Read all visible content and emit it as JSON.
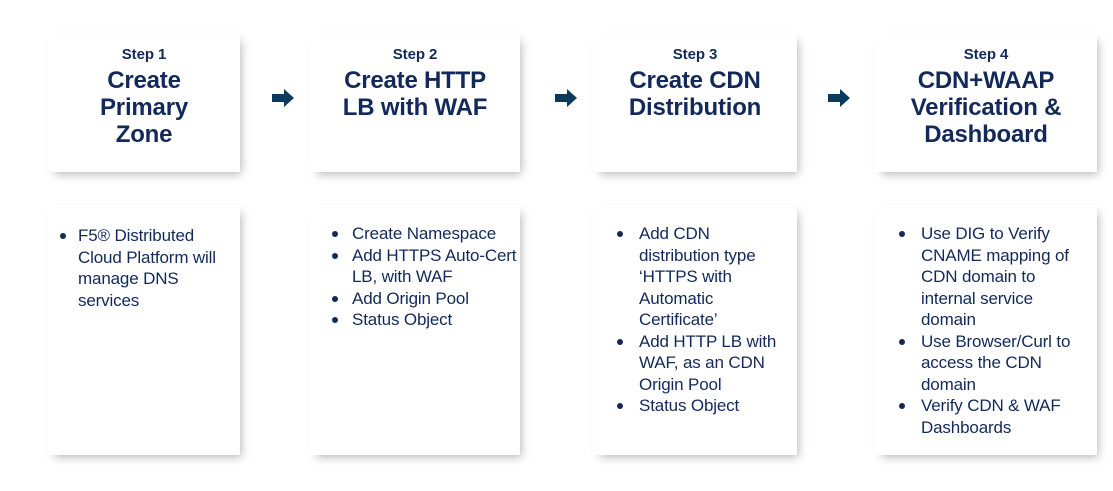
{
  "diagram": {
    "title": "CDN + WAAP deployment steps",
    "accent_color": "#12295a",
    "card_background": "#ffffff",
    "page_background": "#ffffff",
    "arrow_icon_name": "right-arrow-icon"
  },
  "steps": [
    {
      "label": "Step 1",
      "title": "Create Primary Zone",
      "title_lines": [
        "Create",
        "Primary",
        "Zone"
      ],
      "bullets": [
        "F5® Distributed Cloud Platform will manage DNS services"
      ]
    },
    {
      "label": "Step 2",
      "title": "Create HTTP LB with WAF",
      "title_lines": [
        "Create HTTP",
        "LB with WAF"
      ],
      "bullets": [
        "Create Namespace",
        "Add HTTPS Auto-Cert LB, with WAF",
        "Add Origin Pool",
        "Status Object"
      ]
    },
    {
      "label": "Step 3",
      "title": "Create CDN Distribution",
      "title_lines": [
        "Create CDN",
        "Distribution"
      ],
      "bullets": [
        "Add CDN distribution type ‘HTTPS with Automatic Certificate’",
        "Add HTTP LB with WAF, as an CDN Origin Pool",
        "Status Object"
      ]
    },
    {
      "label": "Step 4",
      "title": "CDN+WAAP Verification & Dashboard",
      "title_lines": [
        "CDN+WAAP",
        "Verification &",
        "Dashboard"
      ],
      "bullets": [
        "Use DIG to Verify CNAME mapping of CDN domain to internal service domain",
        "Use Browser/Curl to access the CDN domain",
        "Verify CDN & WAF Dashboards"
      ]
    }
  ],
  "arrows": [
    {
      "name": "arrow-step1-to-step2"
    },
    {
      "name": "arrow-step2-to-step3"
    },
    {
      "name": "arrow-step3-to-step4"
    }
  ]
}
